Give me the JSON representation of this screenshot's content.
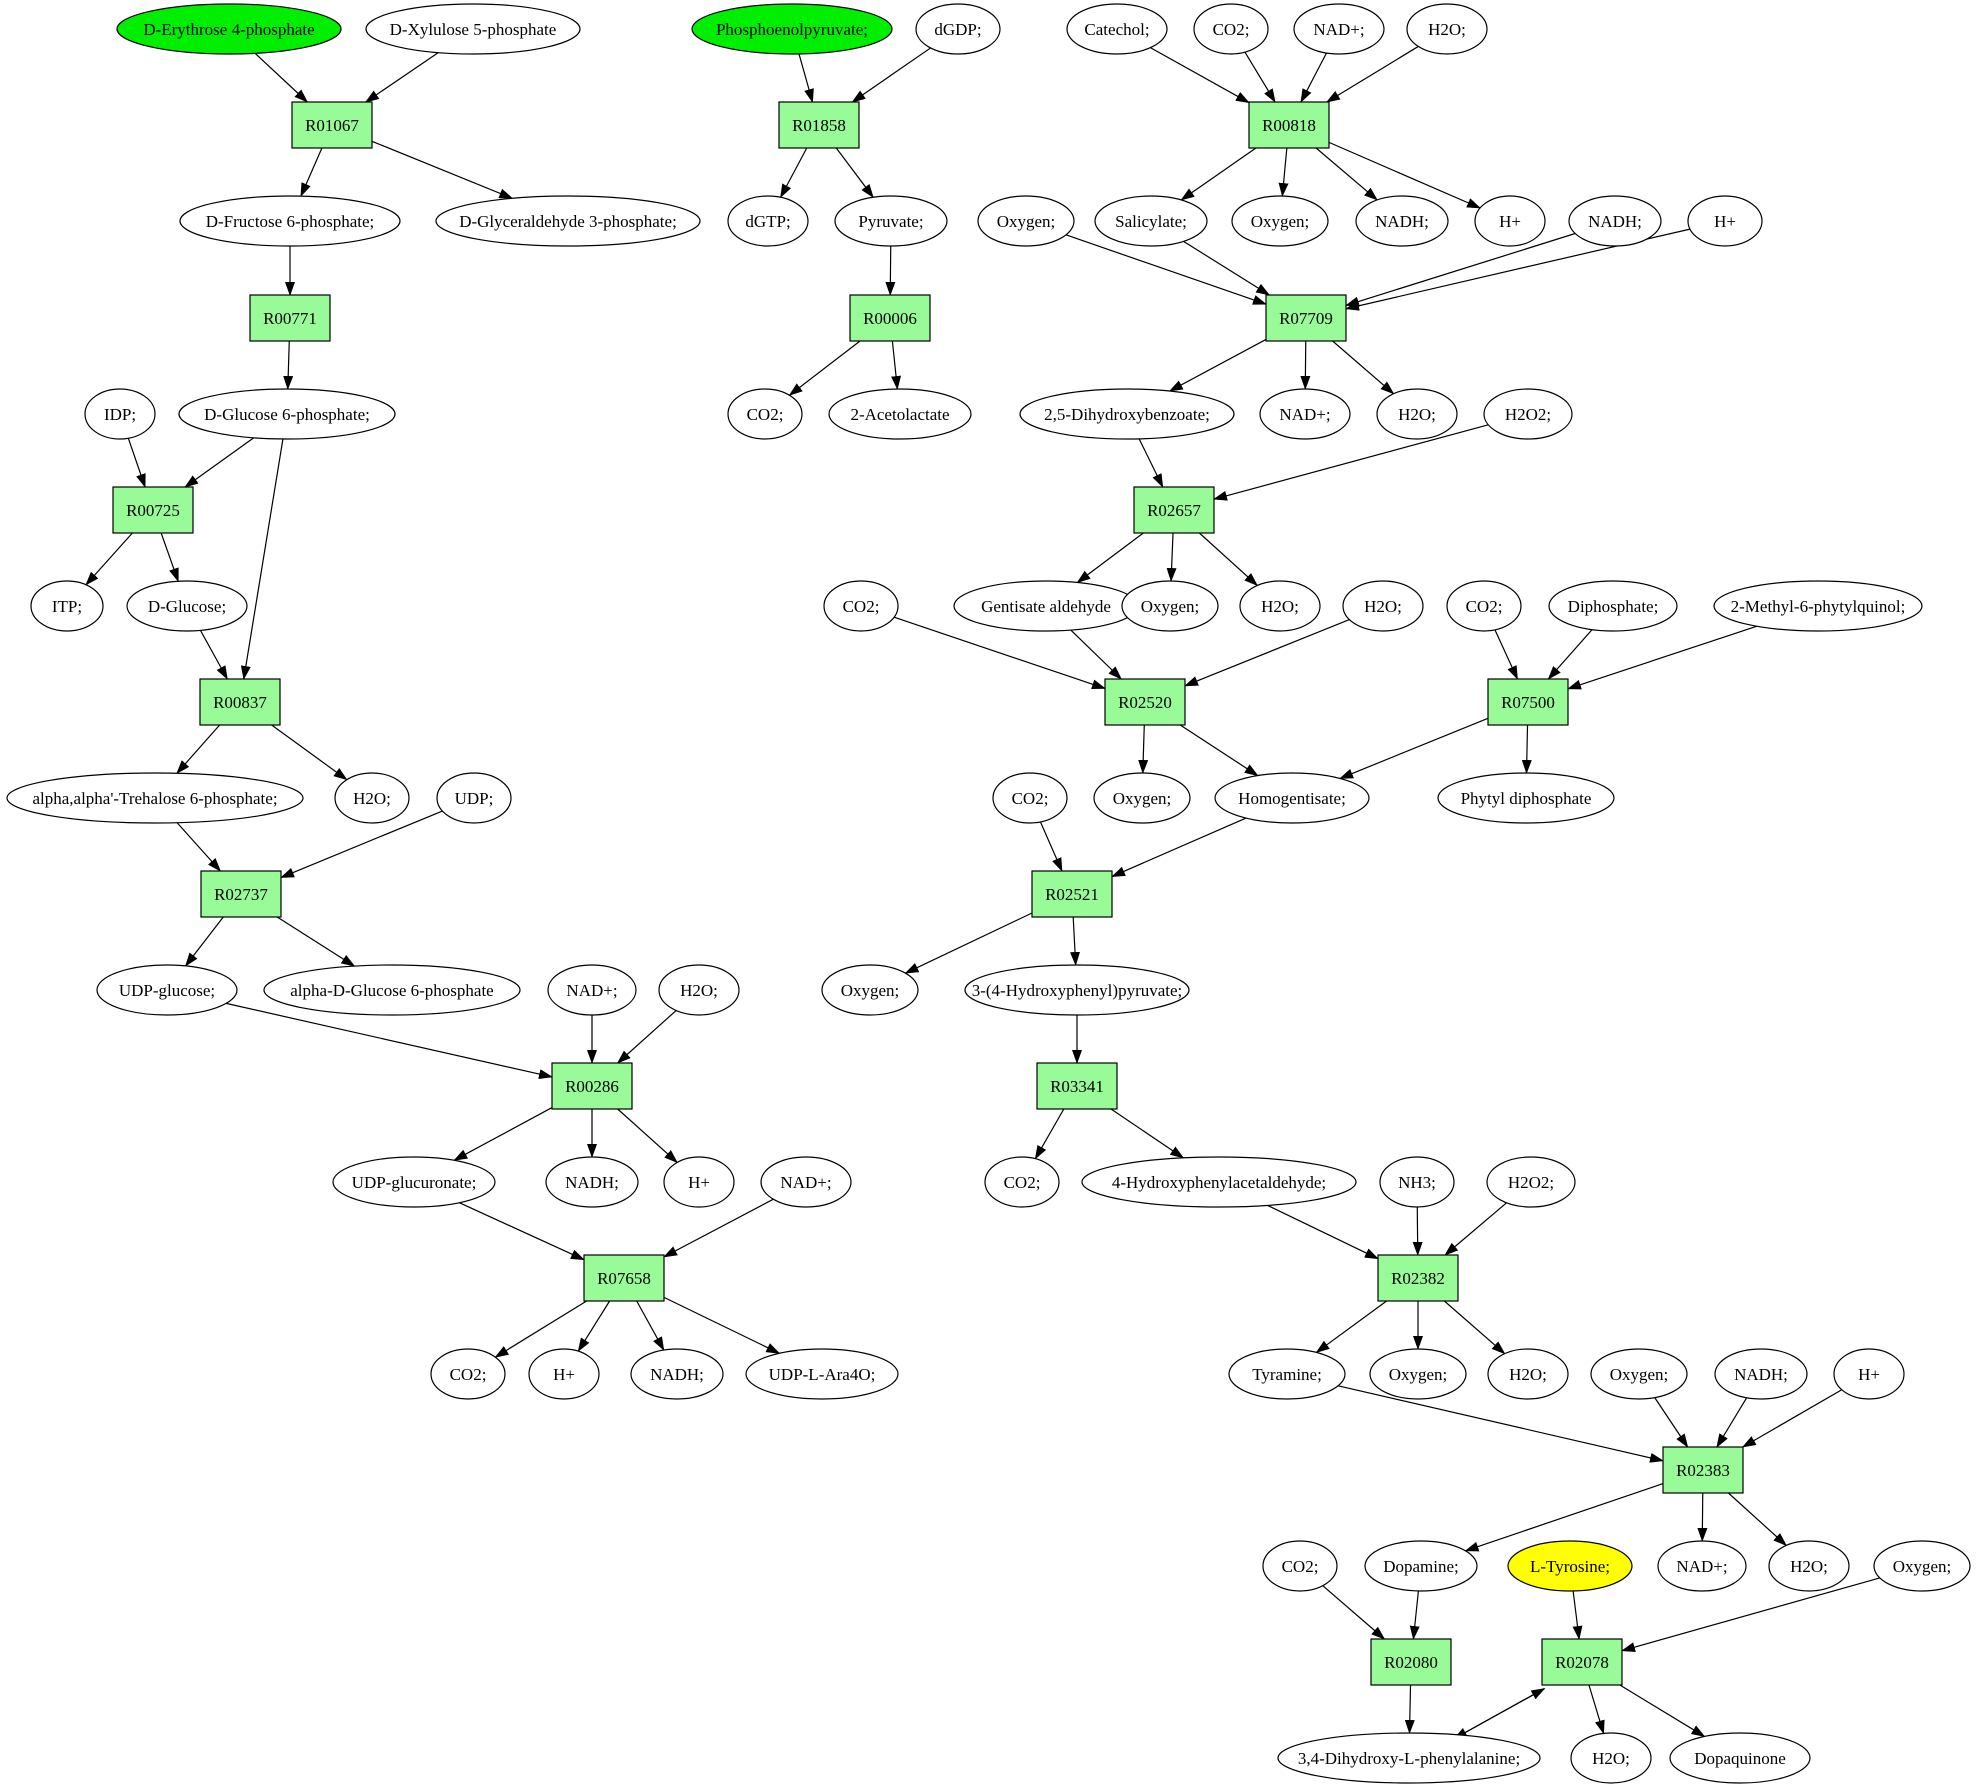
{
  "colors": {
    "reaction_fill": "#98fb98",
    "compound_fill": "#ffffff",
    "start_fill": "#00ee00",
    "target_fill": "#ffff00",
    "stroke": "#000000"
  },
  "reactions": {
    "R01067": "R01067",
    "R00771": "R00771",
    "R00725": "R00725",
    "R00837": "R00837",
    "R02737": "R02737",
    "R00286": "R00286",
    "R07658": "R07658",
    "R01858": "R01858",
    "R00006": "R00006",
    "R00818": "R00818",
    "R07709": "R07709",
    "R02657": "R02657",
    "R02520": "R02520",
    "R07500": "R07500",
    "R02521": "R02521",
    "R03341": "R03341",
    "R02382": "R02382",
    "R02383": "R02383",
    "R02080": "R02080",
    "R02078": "R02078"
  },
  "compounds": {
    "erythrose4p": "D-Erythrose 4-phosphate",
    "xylulose5p": "D-Xylulose 5-phosphate",
    "fructose6p": "D-Fructose 6-phosphate;",
    "glyceraldehyde3p": "D-Glyceraldehyde 3-phosphate;",
    "glucose6p": "D-Glucose 6-phosphate;",
    "idp": "IDP;",
    "itp": "ITP;",
    "dglucose": "D-Glucose;",
    "trehalose6p": "alpha,alpha'-Trehalose 6-phosphate;",
    "h2o_1": "H2O;",
    "udp": "UDP;",
    "udpglucose": "UDP-glucose;",
    "alphaglucose6p": "alpha-D-Glucose 6-phosphate",
    "nadp_1": "NAD+;",
    "h2o_2": "H2O;",
    "udpglucuronate": "UDP-glucuronate;",
    "nadh_1": "NADH;",
    "hplus_1": "H+",
    "nadp_2": "NAD+;",
    "co2_1": "CO2;",
    "hplus_2": "H+",
    "nadh_2": "NADH;",
    "udplara4o": "UDP-L-Ara4O;",
    "pep": "Phosphoenolpyruvate;",
    "dgdp": "dGDP;",
    "dgtp": "dGTP;",
    "pyruvate": "Pyruvate;",
    "co2_2": "CO2;",
    "acetolactate": "2-Acetolactate",
    "catechol": "Catechol;",
    "co2_3": "CO2;",
    "nadp_3": "NAD+;",
    "h2o_3": "H2O;",
    "salicylate": "Salicylate;",
    "oxygen_1": "Oxygen;",
    "nadh_3": "NADH;",
    "hplus_3": "H+",
    "oxygen_2": "Oxygen;",
    "nadh_4": "NADH;",
    "hplus_4": "H+",
    "dhb": "2,5-Dihydroxybenzoate;",
    "nadp_4": "NAD+;",
    "h2o_4": "H2O;",
    "h2o2_1": "H2O2;",
    "co2_4": "CO2;",
    "gentisatealdehyde": "Gentisate aldehyde",
    "oxygen_3": "Oxygen;",
    "h2o_5": "H2O;",
    "h2o_6": "H2O;",
    "co2_5": "CO2;",
    "diphosphate": "Diphosphate;",
    "methylphytylquinol": "2-Methyl-6-phytylquinol;",
    "oxygen_4": "Oxygen;",
    "homogentisate": "Homogentisate;",
    "phytyldiphosphate": "Phytyl diphosphate",
    "co2_6": "CO2;",
    "oxygen_5": "Oxygen;",
    "hppyruvate": "3-(4-Hydroxyphenyl)pyruvate;",
    "co2_7": "CO2;",
    "hpacetaldehyde": "4-Hydroxyphenylacetaldehyde;",
    "nh3": "NH3;",
    "h2o2_2": "H2O2;",
    "tyramine": "Tyramine;",
    "oxygen_6": "Oxygen;",
    "h2o_7": "H2O;",
    "oxygen_7": "Oxygen;",
    "nadh_5": "NADH;",
    "hplus_5": "H+",
    "co2_8": "CO2;",
    "dopamine": "Dopamine;",
    "ltyrosine": "L-Tyrosine;",
    "nadp_5": "NAD+;",
    "h2o_8": "H2O;",
    "oxygen_8": "Oxygen;",
    "dopa": "3,4-Dihydroxy-L-phenylalanine;",
    "h2o_9": "H2O;",
    "dopaquinone": "Dopaquinone"
  }
}
